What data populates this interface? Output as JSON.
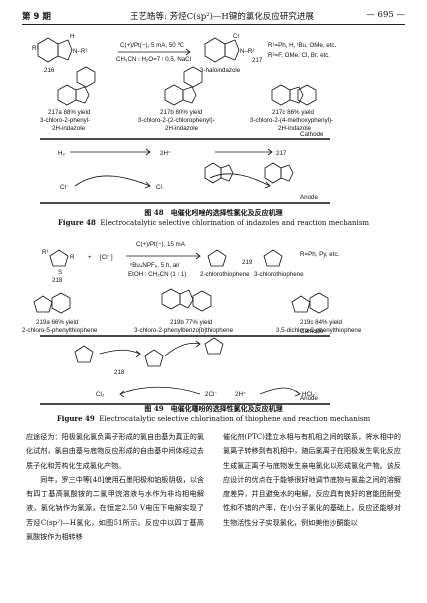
{
  "header": {
    "issue": "第 9 期",
    "running_title": "王艺皓等: 芳烃C(sp²)—H键的氯化反应研究进展",
    "page": "— 695 —"
  },
  "scheme48": {
    "reactant_label": "216",
    "cond1": "C(+)/Pt(−), 5 mA, 50 ℃",
    "cond2": "CH₃CN ∶ H₂O=7 ∶ 0.5, NaCl",
    "product_label": "217",
    "product_name": "3-haloindazole",
    "subs1": "R¹=Ph, H, ᵗBu, OMe, etc.",
    "subs2": "R²=F, OMe, Cl, Br, etc.",
    "examples": [
      {
        "yield": "217a 88% yield",
        "name1": "3-chloro-2-phenyl-",
        "name2": "2H-indazole"
      },
      {
        "yield": "217b 80% yield",
        "name1": "3-chloro-2-(2-chlorophenyl)-",
        "name2": "2H-indazole"
      },
      {
        "yield": "217c 86% yield",
        "name1": "3-chloro-2-(4-methoxyphenyl)-",
        "name2": "2H-indazole"
      }
    ],
    "cathode": "Cathode",
    "anode": "Anode",
    "h2": "H₂",
    "two_h": "2H⁺",
    "prod_217": "217",
    "cl_minus": "Cl⁻",
    "cl_radical": "Cl·",
    "caption_cn": "图 48　电催化吲唑的选择性氯化及反应机理",
    "caption_en_num": "Figure 48",
    "caption_en": "Electrocatalytic selective chlorination of indazoles and reaction mechanism"
  },
  "scheme49": {
    "reactant_label": "218",
    "plus": "+",
    "hcl": "[Cl⁻]",
    "cond1": "C(+)/Pt(−), 15 mA",
    "cond2": "ⁿBu₄NPF₆, 5 h, air",
    "cond3": "EtOH ∶ CH₃CN (1 ∶ 1)",
    "prod_name1": "2-chlorothiophene",
    "prod_label": "219",
    "prod_name2": "3-chlorothiophene",
    "subs": "R=Ph, Py, etc.",
    "examples": [
      {
        "yield": "219a 66% yield",
        "name": "2-chloro-5-phenylthiophene"
      },
      {
        "yield": "219b 77% yield",
        "name": "3-chloro-2-phenylbenzo[b]thiophene"
      },
      {
        "yield": "219c 84% yield",
        "name": "3,5-dichloro-2-phenylthiophene"
      }
    ],
    "cathode": "Cathode",
    "anode": "Anode",
    "label_218": "218",
    "cl2": "Cl₂",
    "two_cl": "2Cl⁻",
    "two_h": "2H⁺",
    "hcl2": "HCl₂⁻",
    "caption_cn": "图 49　电催化噻吩的选择性氯化及反应机理",
    "caption_en_num": "Figure 49",
    "caption_en": "Electrocatalytic selective chlorination of thiophene and reaction mechanism"
  },
  "body_left": [
    "应途径为：阳极氯化氯负离子形成的氯自由基为真正的氯化试剂，氯自由基与底物反应形成的自由基中间体经过去质子化和芳构化生成氯化产物。",
    "同年，罗三中等[48]使用石墨阳极和铂板阴极，以含有四丁基高氯酸铵的二氯甲烷溶液与水作为非均相电解液，氯化钠作为氯源，在恒定2.50 V电压下电解实现了芳烃C(sp²)—H氯化，如图51所示。反应中以四丁基高氯酸铵作为相转移"
  ],
  "body_right": [
    "催化剂(PTC)建立水相与有机相之间的联系，将水相中的氯离子转移到有机相中，随后氯离子在阳极发生氧化反应生成氯正离子与底物发生亲电氯化以形成氯化产物。该反应设计的优点在于能够很好地调节底物与氯盐之间的溶解度差异，并且避免水的电解。反应具有良好的官能团耐受性和不错的产率，在小分子氯化的基础上，反应还能够对生物活性分子实现氯化，例如美他沙酮能以"
  ]
}
